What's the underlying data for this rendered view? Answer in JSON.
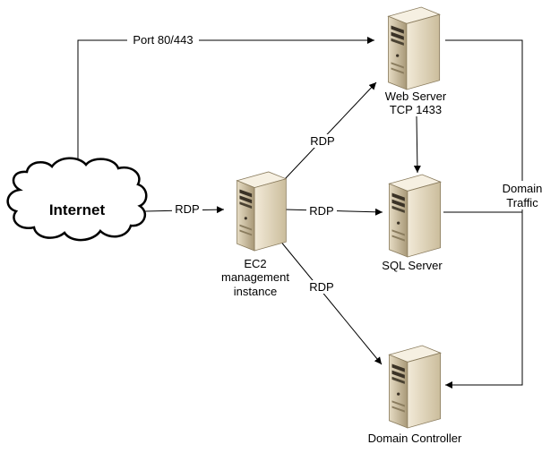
{
  "nodes": {
    "internet": {
      "label": "Internet",
      "icon": "cloud-icon"
    },
    "ec2": {
      "label_lines": [
        "EC2",
        "management",
        "instance"
      ],
      "icon": "server-tower-icon"
    },
    "web_server": {
      "label_lines": [
        "Web Server",
        "TCP 1433"
      ],
      "icon": "server-tower-icon"
    },
    "sql_server": {
      "label": "SQL Server",
      "icon": "server-tower-icon"
    },
    "domain_controller": {
      "label": "Domain Controller",
      "icon": "server-tower-icon"
    }
  },
  "edges": {
    "internet_to_web": "Port 80/443",
    "internet_to_ec2": "RDP",
    "ec2_to_web": "RDP",
    "ec2_to_sql": "RDP",
    "ec2_to_dc": "RDP",
    "domain_traffic_lines": [
      "Domain",
      "Traffic"
    ]
  },
  "colors": {
    "server_body": "#d9cdb4",
    "server_front": "#b4a684",
    "server_dark": "#2a2418",
    "line": "#000000"
  }
}
